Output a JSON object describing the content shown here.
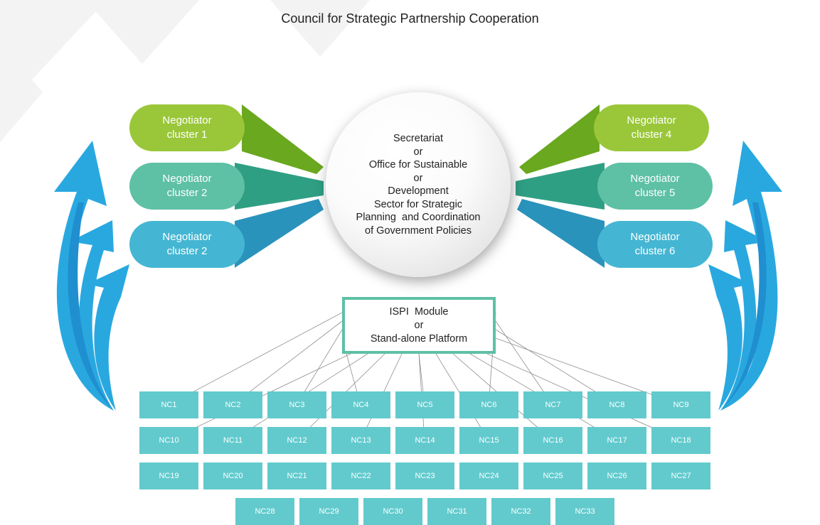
{
  "title": "Council for Strategic Partnership Cooperation",
  "center": {
    "lines": [
      "Secretariat",
      "or",
      "Office for Sustainable",
      "or",
      "Development",
      "Sector for Strategic",
      "Planning  and Coordination",
      "of Government Policies"
    ]
  },
  "clusters_left": [
    {
      "line1": "Negotiator",
      "line2": "cluster 1",
      "color": "#9ac73a"
    },
    {
      "line1": "Negotiator",
      "line2": "cluster 2",
      "color": "#5ec0a5"
    },
    {
      "line1": "Negotiator",
      "line2": "cluster 2",
      "color": "#44b6d3"
    }
  ],
  "clusters_right": [
    {
      "line1": "Negotiator",
      "line2": "cluster 4",
      "color": "#9ac73a"
    },
    {
      "line1": "Negotiator",
      "line2": "cluster 5",
      "color": "#5ec0a5"
    },
    {
      "line1": "Negotiator",
      "line2": "cluster 6",
      "color": "#44b6d3"
    }
  ],
  "ispi": {
    "lines": [
      "ISPI  Module",
      "or",
      "Stand-alone Platform"
    ]
  },
  "nc_boxes": [
    "NC1",
    "NC2",
    "NC3",
    "NC4",
    "NC5",
    "NC6",
    "NC7",
    "NC8",
    "NC9",
    "NC10",
    "NC11",
    "NC12",
    "NC13",
    "NC14",
    "NC15",
    "NC16",
    "NC17",
    "NC18",
    "NC19",
    "NC20",
    "NC21",
    "NC22",
    "NC23",
    "NC24",
    "NC25",
    "NC26",
    "NC27",
    "NC28",
    "NC29",
    "NC30",
    "NC31",
    "NC32",
    "NC33"
  ],
  "colors": {
    "arrow": "#29a8e0",
    "box": "#62cacd",
    "ispi_border": "#5ec0a5"
  }
}
